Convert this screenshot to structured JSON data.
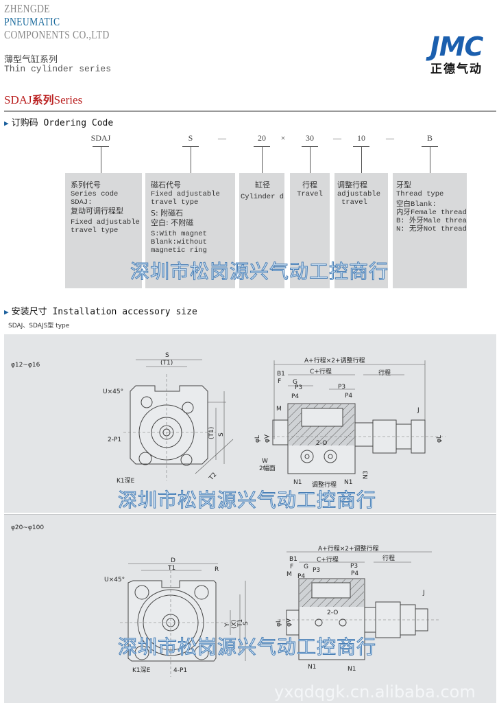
{
  "header": {
    "company_line1": "ZHENGDE",
    "company_line2": "PNEUMATIC",
    "company_line3": "COMPONENTS CO.,LTD",
    "series_cn": "薄型气缸系列",
    "series_en": "Thin cylinder series",
    "logo_text": "JMC",
    "logo_cn": "正德气动"
  },
  "title": {
    "prefix": "SDAJ",
    "cn": "系列",
    "suffix": "Series"
  },
  "ordering": {
    "heading": "订购码 Ordering Code",
    "code": [
      "SDAJ",
      "S",
      "—",
      "20",
      "×",
      "30",
      "—",
      "10",
      "—",
      "B"
    ],
    "boxes": [
      {
        "lines": [
          "系列代号",
          "Series code",
          "SDAJ:",
          "复动可调行程型",
          "Fixed adjustable",
          "travel type"
        ]
      },
      {
        "lines": [
          "磁石代号",
          "Fixed adjustable",
          "travel type",
          "S: 附磁石",
          "空白: 不附磁",
          "S:With magnet",
          "Blank:without",
          "magnetic ring"
        ]
      },
      {
        "lines": [
          "缸径",
          "Cylinder dia"
        ]
      },
      {
        "lines": [
          "行程",
          "Travel"
        ]
      },
      {
        "lines": [
          "调整行程",
          "adjustable",
          "travel"
        ]
      },
      {
        "lines": [
          "牙型",
          "Thread type",
          "空白Blank:",
          "内牙Female thread",
          "B: 外牙Male thread",
          "N: 无牙Not thread"
        ]
      }
    ]
  },
  "install": {
    "heading": "安装尺寸 Installation accessory size",
    "subheading": "SDAJ、SDAJS型 type",
    "diagram1": {
      "range": "φ12~φ16",
      "front": {
        "S": "S",
        "T1p": "(T1)",
        "U": "U×45°",
        "P1": "2-P1",
        "K1": "K1深E",
        "T1v": "(T1)",
        "Sv": "S",
        "T2": "T2"
      },
      "side": {
        "A": "A+行程×2+调整行程",
        "B1": "B1",
        "C": "C+行程",
        "stroke": "行程",
        "F": "F",
        "G": "G",
        "P3": "P3",
        "P4": "P4",
        "M": "M",
        "J": "J",
        "L": "φL",
        "V": "φV",
        "O": "2-O",
        "W": "W",
        "W2": "2幅面",
        "N3": "N3",
        "N1": "N1",
        "adj": "调整行程"
      }
    },
    "diagram2": {
      "range": "φ20~φ100",
      "front": {
        "D": "D",
        "T1": "T1",
        "R": "R",
        "U": "U×45°",
        "Y": "Y",
        "X": "(X)",
        "T1v": "T1",
        "S": "S",
        "K1": "K1深E",
        "P1": "4-P1"
      },
      "side": {
        "A": "A+行程×2+调整行程",
        "B1": "B1",
        "C": "C+行程",
        "stroke": "行程",
        "F": "F",
        "G": "G",
        "P3": "P3",
        "P4": "P4",
        "M": "M",
        "J": "J",
        "L": "φL",
        "V": "φV",
        "O": "2-O",
        "N1": "N1"
      }
    }
  },
  "watermark": "深圳市松岗源兴气动工控商行",
  "site": "yxqdqgk.cn.alibaba.com"
}
